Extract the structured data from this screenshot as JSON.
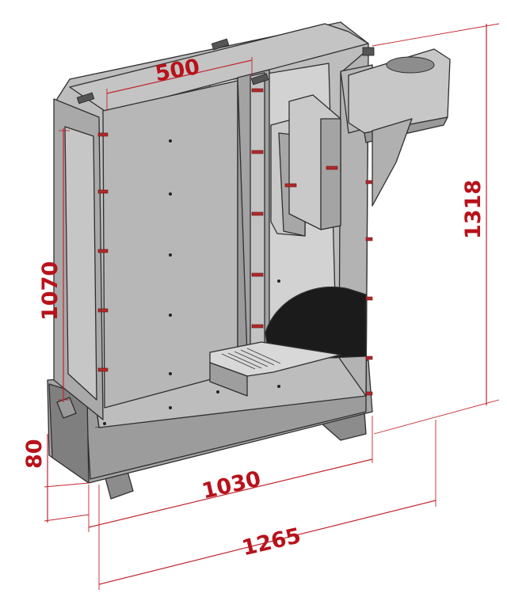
{
  "diagram": {
    "dimensions": {
      "top_width": "500",
      "tank_height": "1070",
      "base_height": "80",
      "inner_length": "1030",
      "total_length": "1265",
      "total_height": "1318"
    },
    "colors": {
      "dimension": "#b8121b",
      "steel_light": "#bfbfbf",
      "steel_mid": "#a8a8a8",
      "steel_dark": "#8e8e8e",
      "interior": "#d4d4d4",
      "clip": "#b02a2a"
    }
  }
}
